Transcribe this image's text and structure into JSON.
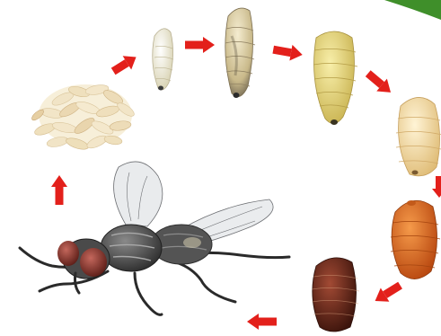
{
  "diagram": {
    "type": "life-cycle",
    "flow": "clockwise",
    "stages": [
      {
        "id": "eggs",
        "kind": "egg-cluster",
        "color": "#efe2c4"
      },
      {
        "id": "larva-1",
        "kind": "larva",
        "color": "#f1ecd0"
      },
      {
        "id": "larva-2",
        "kind": "larva",
        "color": "#ece0b4"
      },
      {
        "id": "larva-3",
        "kind": "larva",
        "color": "#e8d57c"
      },
      {
        "id": "larva-4",
        "kind": "larva",
        "color": "#f2dca2"
      },
      {
        "id": "pupa-1",
        "kind": "pupa",
        "color": "#e2711c"
      },
      {
        "id": "pupa-2",
        "kind": "pupa",
        "color": "#6b2a1c"
      },
      {
        "id": "adult",
        "kind": "housefly",
        "color": "#5d5d5d"
      }
    ],
    "arrows": [
      {
        "from": "eggs",
        "to": "larva-1",
        "direction": "up-right"
      },
      {
        "from": "larva-1",
        "to": "larva-2",
        "direction": "right"
      },
      {
        "from": "larva-2",
        "to": "larva-3",
        "direction": "right"
      },
      {
        "from": "larva-3",
        "to": "larva-4",
        "direction": "down-right"
      },
      {
        "from": "larva-4",
        "to": "pupa-1",
        "direction": "down"
      },
      {
        "from": "pupa-1",
        "to": "pupa-2",
        "direction": "down-left"
      },
      {
        "from": "pupa-2",
        "to": "adult",
        "direction": "left"
      },
      {
        "from": "adult",
        "to": "eggs",
        "direction": "up"
      }
    ],
    "colors": {
      "arrow": "#e3201b",
      "background": "#ffffff",
      "corner_accent": "#3f8f2a"
    }
  }
}
